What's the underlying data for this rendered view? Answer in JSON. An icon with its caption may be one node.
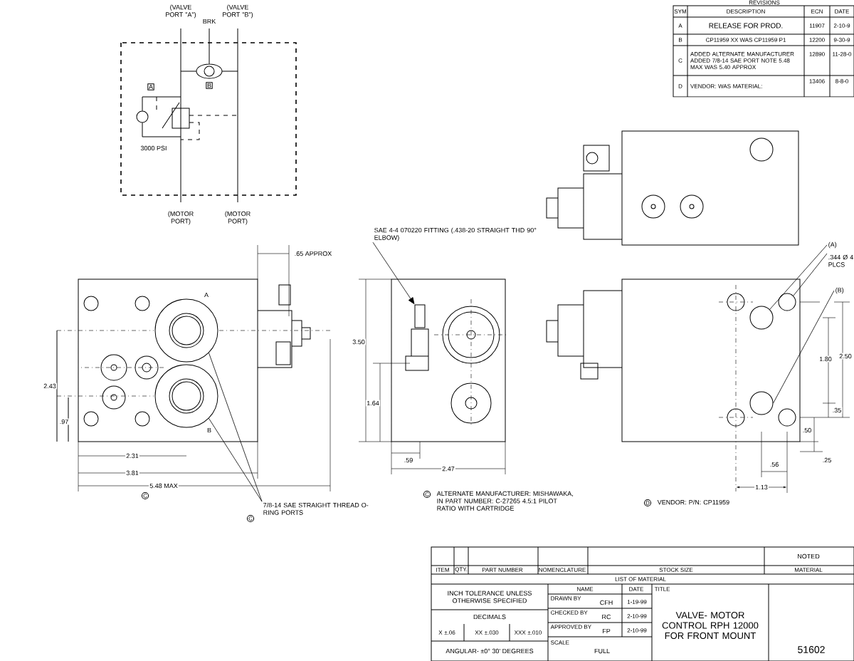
{
  "diagram": {
    "nodes": [
      {
        "text": [
          "SAE 4-4 070220 FITTING (.438-20 STRAIGHT THD 90° ELBOW)"
        ]
      },
      {
        "text": [],
        "shape": "box"
      },
      {
        "text": [
          "7/8-14 SAE STRAIGHT THREAD O-RING PORTS"
        ]
      },
      {
        "text": [],
        "shape": "circle"
      },
      {
        "text": [],
        "shape": "circle"
      },
      {
        "text": [
          "(A)"
        ]
      },
      {
        "text": [
          ".344 Ø 4 PLCS"
        ]
      },
      {
        "text": [],
        "shape": "circle"
      },
      {
        "text": [],
        "shape": "circle"
      },
      {
        "text": [
          "(B)"
        ]
      },
      {
        "text": [],
        "shape": "circle"
      }
    ],
    "edges": [
      {
        "from": 0,
        "to": 1,
        "arrow": "to"
      },
      {
        "from": 2,
        "to": 3,
        "arrow": "none"
      },
      {
        "from": 2,
        "to": 4,
        "arrow": "none"
      },
      {
        "from": 5,
        "to": 7,
        "arrow": "none"
      },
      {
        "from": 6,
        "to": 8,
        "arrow": "none"
      },
      {
        "from": 9,
        "to": 10,
        "arrow": "none"
      }
    ],
    "labels": [
      "(VALVE PORT \"A\")",
      "BRK",
      "(VALVE PORT \"B\")",
      "REVISIONS",
      "SYM",
      "DESCRIPTION",
      "ECN",
      "DATE",
      "A",
      "RELEASE FOR PROD.",
      "11907",
      "2-10-9",
      "B",
      "CP11959 XX WAS CP11959 P1",
      "12200",
      "9-30-9",
      "C",
      "ADDED ALTERNATE MANUFACTURER ADDED 7/8-14 SAE PORT NOTE 5.48 MAX WAS 5.40 APPROX",
      "12890",
      "11-28-0",
      "D",
      "VENDOR: WAS MATERIAL:",
      "13406",
      "8-8-0",
      "A",
      "B",
      "3000 PSI",
      "(MOTOR PORT)",
      "(MOTOR PORT)",
      ".65 APPROX",
      "A",
      "2.43",
      ".97",
      "B",
      "3.50",
      "1.64",
      "2.50",
      "1.80",
      ".35",
      ".50",
      ".25",
      "2.31",
      ".59",
      ".56",
      "3.81",
      "2.47",
      "5.48 MAX",
      "1.13",
      "C",
      "C",
      "C",
      "ALTERNATE MANUFACTURER: MISHAWAKA, IN PART NUMBER: C-27265 4.5:1 PILOT RATIO WITH CARTRIDGE",
      "D",
      "VENDOR: P/N: CP11959",
      "NOTED",
      "ITEM",
      "QTY.",
      "PART NUMBER",
      "NOMENCLATURE",
      "STOCK SIZE",
      "MATERIAL",
      "LIST OF MATERIAL",
      "INCH TOLERANCE UNLESS OTHERWISE SPECIFIED",
      "NAME",
      "DATE",
      "TITLE",
      "DRAWN BY",
      "CFH",
      "1-19-99",
      "VALVE- MOTOR CONTROL RPH 12000 FOR FRONT MOUNT",
      "DECIMALS",
      "CHECKED BY",
      "RC",
      "2-10-99",
      "X ±.06",
      "XX ±.030",
      "XXX ±.010",
      "APPROVED BY",
      "FP",
      "2-10-99",
      "ANGULAR- ±0° 30' DEGREES",
      "SCALE",
      "FULL",
      "51602"
    ]
  }
}
